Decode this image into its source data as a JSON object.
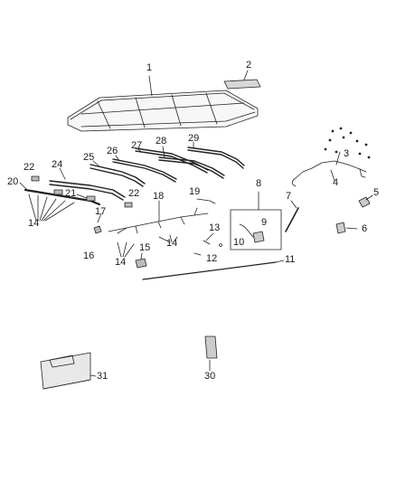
{
  "diagram": {
    "callouts": [
      {
        "id": "c1",
        "label": "1"
      },
      {
        "id": "c2",
        "label": "2"
      },
      {
        "id": "c3",
        "label": "3"
      },
      {
        "id": "c4",
        "label": "4"
      },
      {
        "id": "c5",
        "label": "5"
      },
      {
        "id": "c6",
        "label": "6"
      },
      {
        "id": "c7",
        "label": "7"
      },
      {
        "id": "c8",
        "label": "8"
      },
      {
        "id": "c9",
        "label": "9"
      },
      {
        "id": "c10",
        "label": "10"
      },
      {
        "id": "c11",
        "label": "11"
      },
      {
        "id": "c12",
        "label": "12"
      },
      {
        "id": "c13",
        "label": "13"
      },
      {
        "id": "c14a",
        "label": "14"
      },
      {
        "id": "c14b",
        "label": "14"
      },
      {
        "id": "c14c",
        "label": "14"
      },
      {
        "id": "c15",
        "label": "15"
      },
      {
        "id": "c16",
        "label": "16"
      },
      {
        "id": "c17",
        "label": "17"
      },
      {
        "id": "c18",
        "label": "18"
      },
      {
        "id": "c19",
        "label": "19"
      },
      {
        "id": "c20",
        "label": "20"
      },
      {
        "id": "c21",
        "label": "21"
      },
      {
        "id": "c22a",
        "label": "22"
      },
      {
        "id": "c22b",
        "label": "22"
      },
      {
        "id": "c24",
        "label": "24"
      },
      {
        "id": "c25",
        "label": "25"
      },
      {
        "id": "c26",
        "label": "26"
      },
      {
        "id": "c27",
        "label": "27"
      },
      {
        "id": "c28",
        "label": "28"
      },
      {
        "id": "c29",
        "label": "29"
      },
      {
        "id": "c30",
        "label": "30"
      },
      {
        "id": "c31",
        "label": "31"
      }
    ]
  }
}
